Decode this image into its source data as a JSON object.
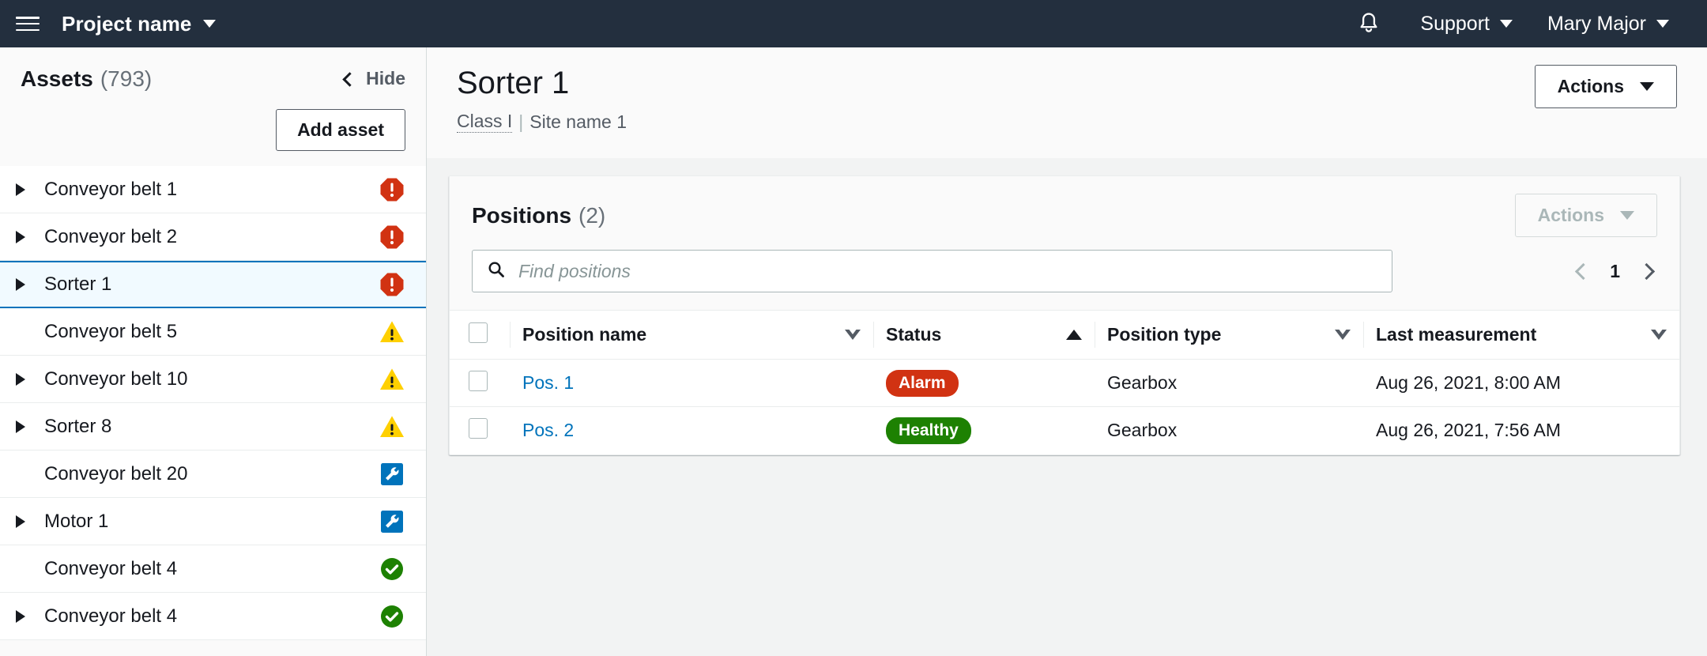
{
  "topnav": {
    "menu_icon": "hamburger-icon",
    "project_label": "Project name",
    "notifications_icon": "bell-icon",
    "support_label": "Support",
    "user_label": "Mary Major"
  },
  "sidebar": {
    "title": "Assets",
    "count": "(793)",
    "hide_label": "Hide",
    "add_asset_label": "Add asset",
    "items": [
      {
        "label": "Conveyor belt 1",
        "expandable": true,
        "status": "alarm",
        "selected": false
      },
      {
        "label": "Conveyor belt 2",
        "expandable": true,
        "status": "alarm",
        "selected": false
      },
      {
        "label": "Sorter 1",
        "expandable": true,
        "status": "alarm",
        "selected": true
      },
      {
        "label": "Conveyor belt 5",
        "expandable": false,
        "status": "warning",
        "selected": false
      },
      {
        "label": "Conveyor belt 10",
        "expandable": true,
        "status": "warning",
        "selected": false
      },
      {
        "label": "Sorter 8",
        "expandable": true,
        "status": "warning",
        "selected": false
      },
      {
        "label": "Conveyor belt 20",
        "expandable": false,
        "status": "maintenance",
        "selected": false
      },
      {
        "label": "Motor 1",
        "expandable": true,
        "status": "maintenance",
        "selected": false
      },
      {
        "label": "Conveyor belt 4",
        "expandable": false,
        "status": "healthy",
        "selected": false
      },
      {
        "label": "Conveyor belt 4",
        "expandable": true,
        "status": "healthy",
        "selected": false
      }
    ]
  },
  "page": {
    "title": "Sorter 1",
    "class_label": "Class I",
    "separator": "|",
    "site_label": "Site name 1",
    "actions_label": "Actions"
  },
  "positions": {
    "title": "Positions",
    "count": "(2)",
    "actions_label": "Actions",
    "actions_disabled": true,
    "search_placeholder": "Find positions",
    "search_value": "",
    "search_icon": "search-icon",
    "page_number": "1",
    "columns": [
      {
        "label": "Position name",
        "sort": "hollow-desc"
      },
      {
        "label": "Status",
        "sort": "solid-asc"
      },
      {
        "label": "Position type",
        "sort": "hollow-desc"
      },
      {
        "label": "Last measurement",
        "sort": "hollow-desc"
      }
    ],
    "rows": [
      {
        "name": "Pos. 1",
        "status": "Alarm",
        "status_kind": "alarm",
        "type": "Gearbox",
        "last_measurement": "Aug 26, 2021, 8:00 AM"
      },
      {
        "name": "Pos. 2",
        "status": "Healthy",
        "status_kind": "healthy",
        "type": "Gearbox",
        "last_measurement": "Aug 26, 2021, 7:56 AM"
      }
    ]
  },
  "colors": {
    "navbar": "#232f3e",
    "accent_link": "#0073bb",
    "alarm": "#d13212",
    "warning": "#ffd000",
    "maintenance": "#0073bb",
    "healthy": "#1d8102",
    "selected_row": "#f1faff"
  }
}
